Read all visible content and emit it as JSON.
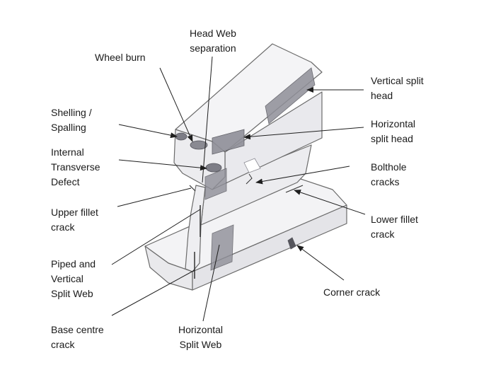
{
  "labels": {
    "head_web_separation": [
      "Head Web",
      "separation"
    ],
    "wheel_burn": [
      "Wheel burn"
    ],
    "shelling_spalling": [
      "Shelling /",
      "Spalling"
    ],
    "internal_transverse_defect": [
      "Internal",
      "Transverse",
      "Defect"
    ],
    "upper_fillet_crack": [
      "Upper fillet",
      "crack"
    ],
    "piped_vertical_split_web": [
      "Piped and",
      "Vertical",
      "Split Web"
    ],
    "base_centre_crack": [
      "Base centre",
      "crack"
    ],
    "horizontal_split_web": [
      "Horizontal",
      "Split Web"
    ],
    "vertical_split_head": [
      "Vertical split",
      "head"
    ],
    "horizontal_split_head": [
      "Horizontal",
      "split head"
    ],
    "bolthole_cracks": [
      "Bolthole",
      "cracks"
    ],
    "lower_fillet_crack": [
      "Lower fillet",
      "crack"
    ],
    "corner_crack": [
      "Corner crack"
    ]
  },
  "colors": {
    "rail_face": "#f1f1f3",
    "rail_outline": "#6b6b6b",
    "defect_fill": "#8f8f98",
    "leader_line": "#1e1e1e"
  }
}
